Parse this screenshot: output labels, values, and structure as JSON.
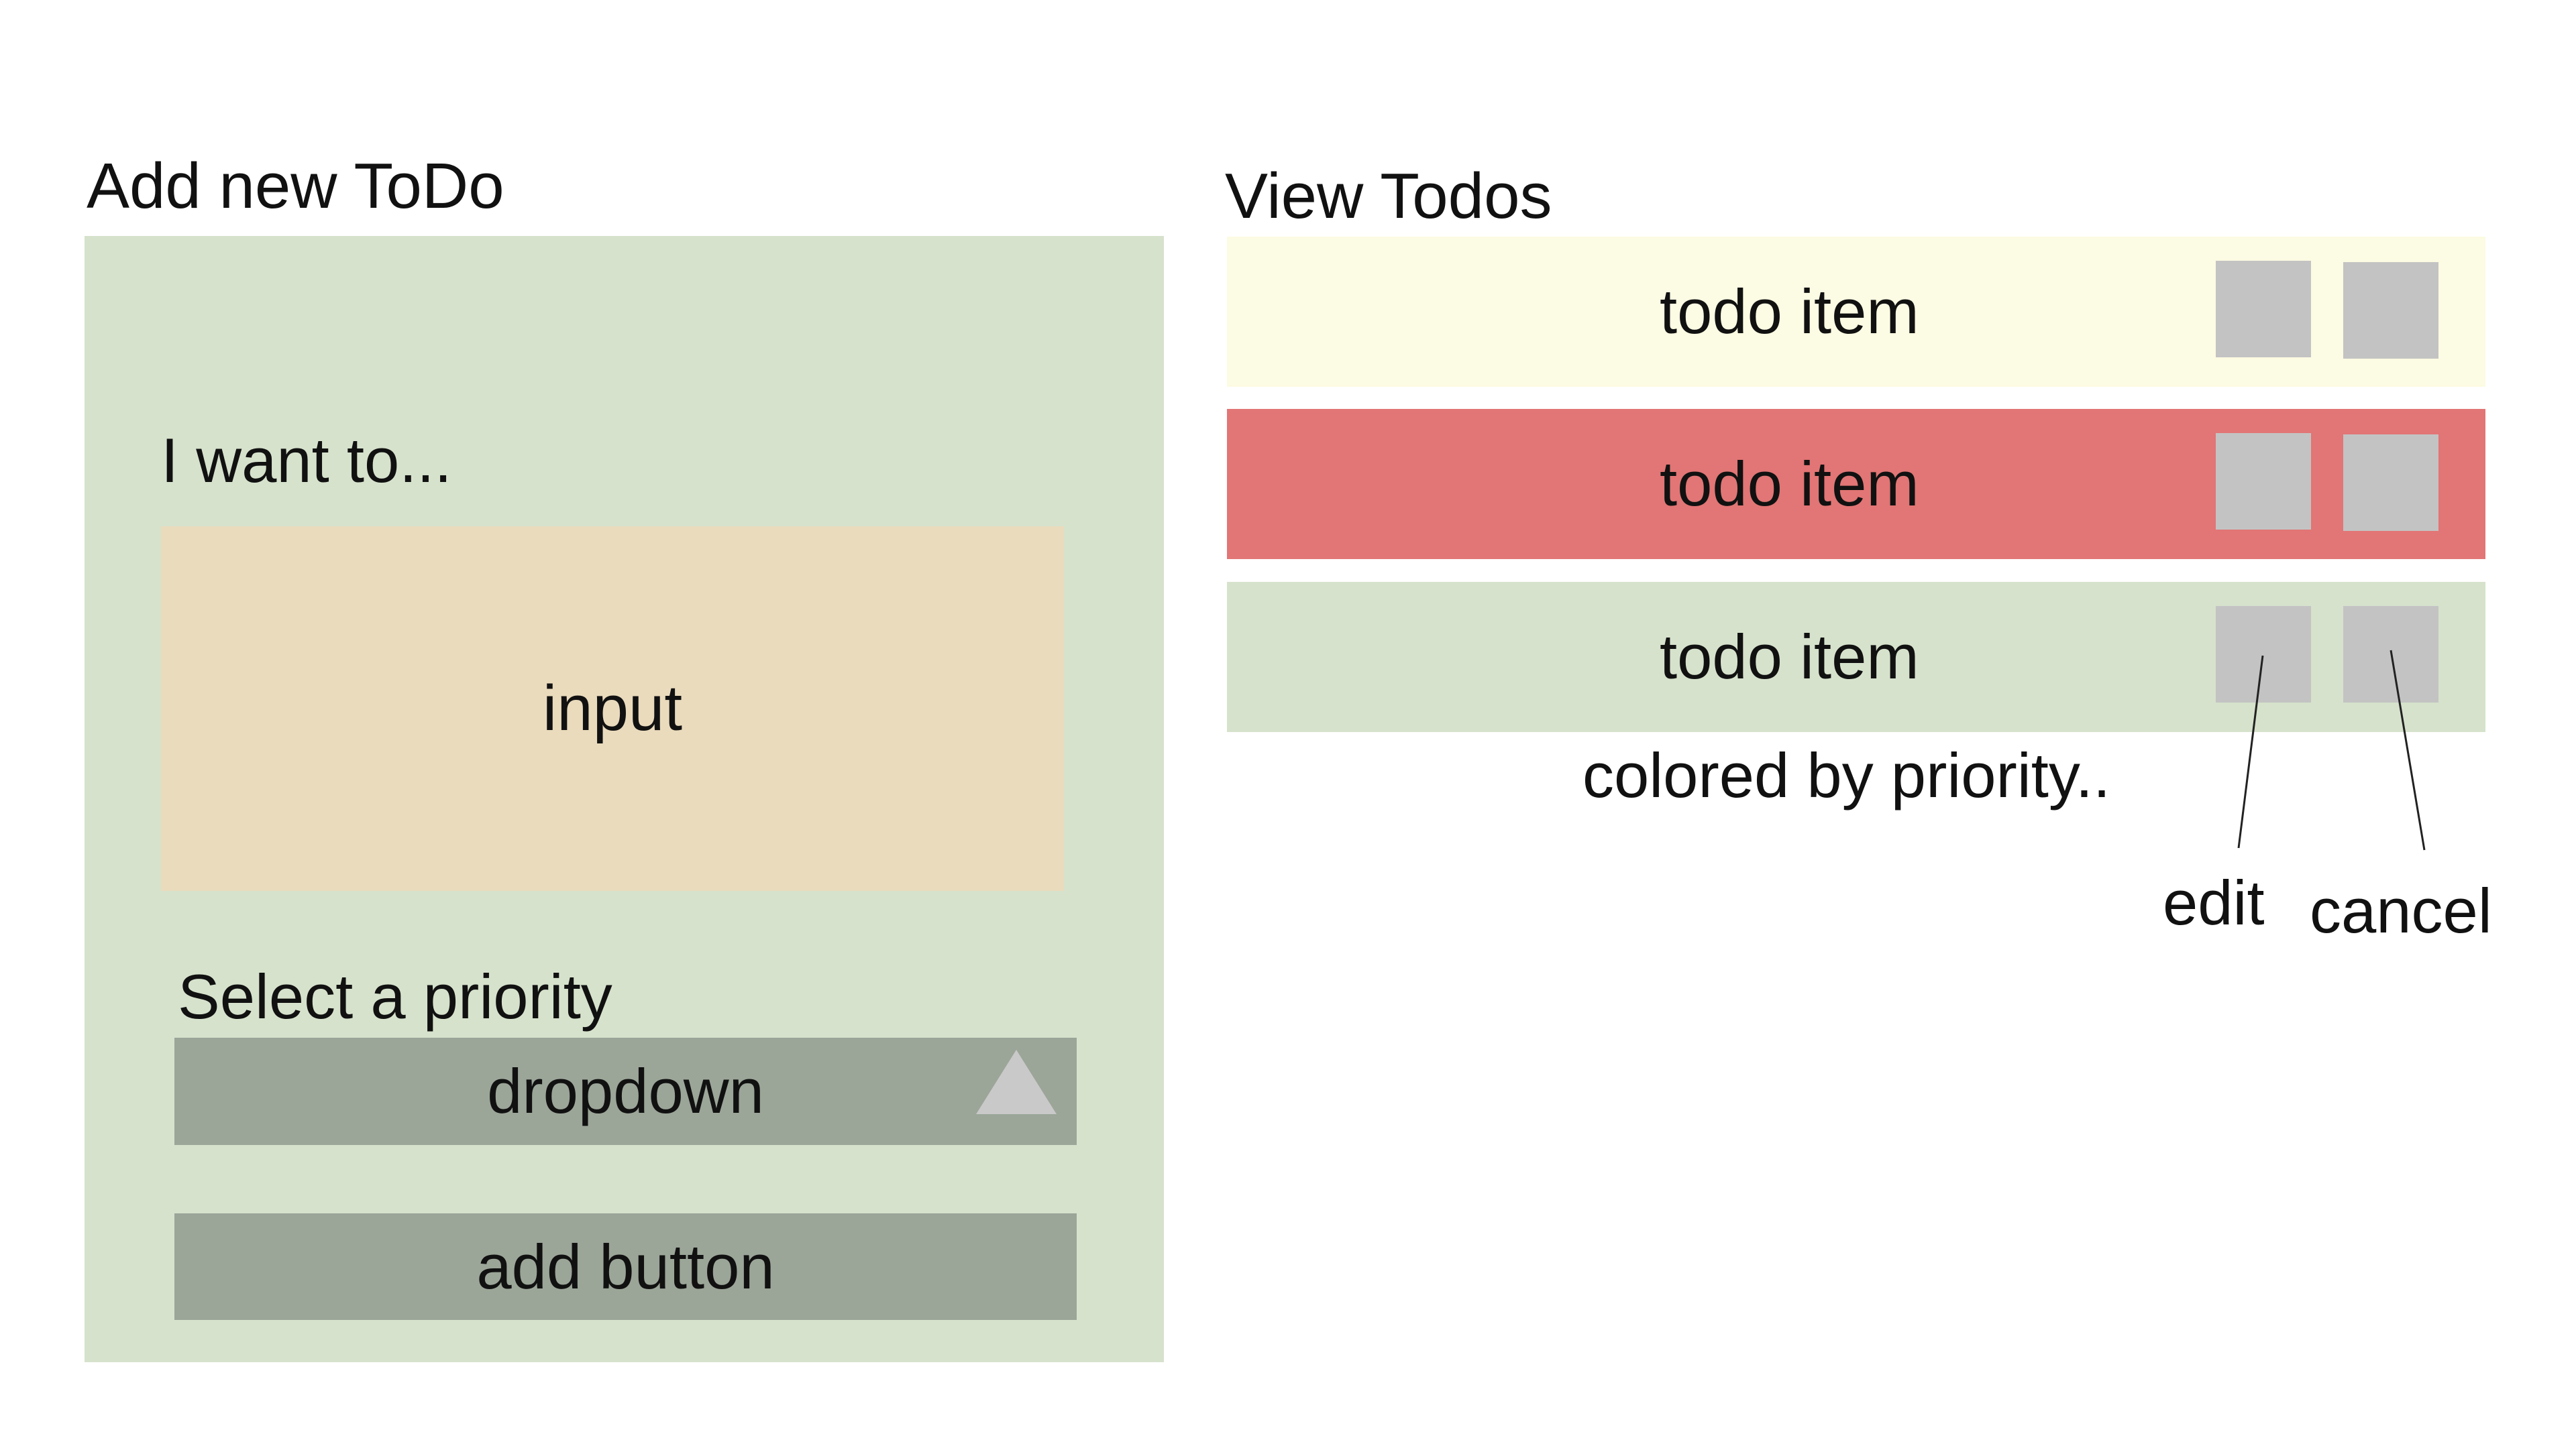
{
  "add_section": {
    "title": "Add new ToDo",
    "input_label": "I want to...",
    "input_placeholder": "input",
    "priority_label": "Select a priority",
    "dropdown_label": "dropdown",
    "add_button_label": "add button"
  },
  "view_section": {
    "title": "View Todos",
    "items": [
      {
        "label": "todo item",
        "color": "#fcfbe3"
      },
      {
        "label": "todo item",
        "color": "#e27575"
      },
      {
        "label": "todo item",
        "color": "#d6e2cc"
      }
    ],
    "note": "colored by priority..",
    "edit_label": "edit",
    "cancel_label": "cancel"
  },
  "colors": {
    "panel": "#d6e2cc",
    "input": "#eadbbd",
    "control": "#9ba598",
    "icon_square": "#c3c3c3"
  }
}
